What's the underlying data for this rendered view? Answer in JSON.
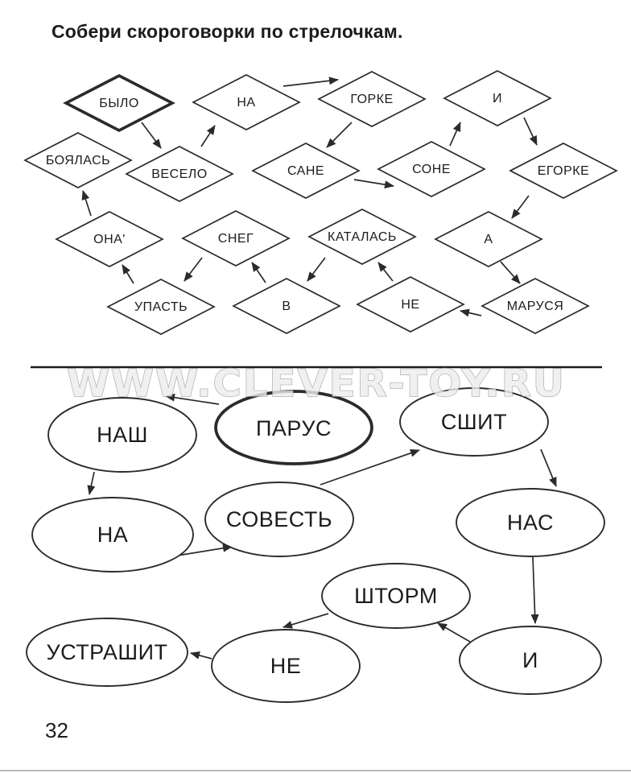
{
  "page": {
    "title": "Собери скороговорки по стрелочкам.",
    "page_number": "32",
    "watermark": "WWW.CLEVER-TOY.RU",
    "colors": {
      "ink": "#1c1c1c",
      "watermark_fill": "#ededed",
      "watermark_outline": "#9c9c9c"
    }
  },
  "top_diagram": {
    "shape": "diamond",
    "start_node": "БЫЛО",
    "nodes": [
      {
        "label": "БЫЛО",
        "bold": true
      },
      {
        "label": "НА",
        "bold": false
      },
      {
        "label": "ГОРКЕ",
        "bold": false
      },
      {
        "label": "И",
        "bold": false
      },
      {
        "label": "БОЯЛАСЬ",
        "bold": false
      },
      {
        "label": "ВЕСЕЛО",
        "bold": false
      },
      {
        "label": "САНЕ",
        "bold": false
      },
      {
        "label": "СОНЕ",
        "bold": false
      },
      {
        "label": "ЕГОРКЕ",
        "bold": false
      },
      {
        "label": "ОНА'",
        "bold": false
      },
      {
        "label": "СНЕГ",
        "bold": false
      },
      {
        "label": "КАТАЛАСЬ",
        "bold": false
      },
      {
        "label": "А",
        "bold": false
      },
      {
        "label": "УПАСТЬ",
        "bold": false
      },
      {
        "label": "В",
        "bold": false
      },
      {
        "label": "НЕ",
        "bold": false
      },
      {
        "label": "МАРУСЯ",
        "bold": false
      }
    ],
    "arrows": [
      {
        "from": "БЫЛО",
        "to": "ВЕСЕЛО"
      },
      {
        "from": "ВЕСЕЛО",
        "to": "НА"
      },
      {
        "from": "НА",
        "to": "ГОРКЕ"
      },
      {
        "from": "ГОРКЕ",
        "to": "САНЕ"
      },
      {
        "from": "САНЕ",
        "to": "СОНЕ"
      },
      {
        "from": "СОНЕ",
        "to": "И"
      },
      {
        "from": "И",
        "to": "ЕГОРКЕ"
      },
      {
        "from": "ЕГОРКЕ",
        "to": "А"
      },
      {
        "from": "А",
        "to": "МАРУСЯ"
      },
      {
        "from": "МАРУСЯ",
        "to": "НЕ"
      },
      {
        "from": "НЕ",
        "to": "КАТАЛАСЬ"
      },
      {
        "from": "КАТАЛАСЬ",
        "to": "В"
      },
      {
        "from": "В",
        "to": "СНЕГ"
      },
      {
        "from": "СНЕГ",
        "to": "УПАСТЬ"
      },
      {
        "from": "УПАСТЬ",
        "to": "ОНА'"
      },
      {
        "from": "ОНА'",
        "to": "БОЯЛАСЬ"
      }
    ]
  },
  "bottom_diagram": {
    "shape": "ellipse",
    "start_node": "ПАРУС",
    "nodes": [
      {
        "label": "НАШ",
        "bold": false
      },
      {
        "label": "ПАРУС",
        "bold": true
      },
      {
        "label": "СШИТ",
        "bold": false
      },
      {
        "label": "НА",
        "bold": false
      },
      {
        "label": "СОВЕСТЬ",
        "bold": false
      },
      {
        "label": "НАС",
        "bold": false
      },
      {
        "label": "ШТОРМ",
        "bold": false
      },
      {
        "label": "УСТРАШИТ",
        "bold": false
      },
      {
        "label": "НЕ",
        "bold": false
      },
      {
        "label": "И",
        "bold": false
      }
    ],
    "arrows": [
      {
        "from": "ПАРУС",
        "to": "НАШ"
      },
      {
        "from": "НАШ",
        "to": "НА"
      },
      {
        "from": "НА",
        "to": "СОВЕСТЬ"
      },
      {
        "from": "СОВЕСТЬ",
        "to": "СШИТ"
      },
      {
        "from": "СШИТ",
        "to": "НАС"
      },
      {
        "from": "НАС",
        "to": "И"
      },
      {
        "from": "И",
        "to": "ШТОРМ"
      },
      {
        "from": "ШТОРМ",
        "to": "НЕ"
      },
      {
        "from": "НЕ",
        "to": "УСТРАШИТ"
      }
    ]
  }
}
